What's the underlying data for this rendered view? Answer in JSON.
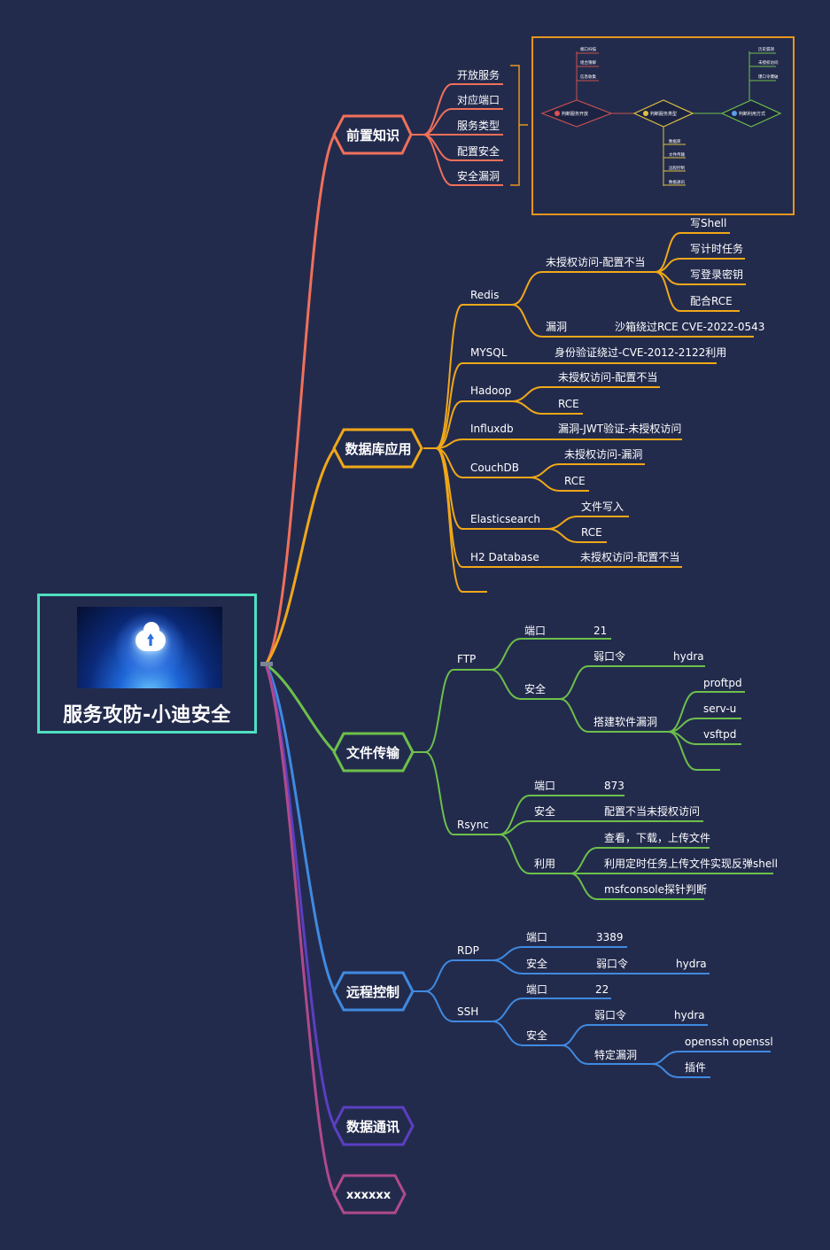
{
  "root": {
    "title": "服务攻防-小迪安全"
  },
  "colors": {
    "background": "#232b4d",
    "root_border": "#4fdfc0",
    "prereq": "#f0705a",
    "database": "#f0a818",
    "file_transfer": "#6cc04a",
    "remote_control": "#3f8ae0",
    "data_comm": "#5b3fc2",
    "xxxxxx": "#b04a8a",
    "ref_box": "#e8961e"
  },
  "branches": {
    "prereq": {
      "label": "前置知识",
      "children": [
        "开放服务",
        "对应端口",
        "服务类型",
        "配置安全",
        "安全漏洞"
      ]
    },
    "database": {
      "label": "数据库应用",
      "redis": {
        "label": "Redis",
        "unauth": "未授权访问-配置不当",
        "unauth_items": [
          "写Shell",
          "写计时任务",
          "写登录密钥",
          "配合RCE"
        ],
        "vuln": "漏洞",
        "vuln_item": "沙箱绕过RCE CVE-2022-0543"
      },
      "mysql": {
        "label": "MYSQL",
        "item": "身份验证绕过-CVE-2012-2122利用"
      },
      "hadoop": {
        "label": "Hadoop",
        "items": [
          "未授权访问-配置不当",
          "RCE"
        ]
      },
      "influxdb": {
        "label": "Influxdb",
        "item": "漏洞-JWT验证-未授权访问"
      },
      "couchdb": {
        "label": "CouchDB",
        "items": [
          "未授权访问-漏洞",
          "RCE"
        ]
      },
      "elasticsearch": {
        "label": "Elasticsearch",
        "items": [
          "文件写入",
          "RCE"
        ]
      },
      "h2": {
        "label": "H2 Database",
        "item": "未授权访问-配置不当"
      }
    },
    "file_transfer": {
      "label": "文件传输",
      "ftp": {
        "label": "FTP",
        "port_label": "端口",
        "port": "21",
        "security_label": "安全",
        "weak_label": "弱口令",
        "weak_tool": "hydra",
        "build_label": "搭建软件漏洞",
        "build_items": [
          "proftpd",
          "serv-u",
          "vsftpd"
        ]
      },
      "rsync": {
        "label": "Rsync",
        "port_label": "端口",
        "port": "873",
        "security_label": "安全",
        "security_item": "配置不当未授权访问",
        "use_label": "利用",
        "use_items": [
          "查看，下载，上传文件",
          "利用定时任务上传文件实现反弹shell",
          "msfconsole探针判断"
        ]
      }
    },
    "remote_control": {
      "label": "远程控制",
      "rdp": {
        "label": "RDP",
        "port_label": "端口",
        "port": "3389",
        "security_label": "安全",
        "weak_label": "弱口令",
        "weak_tool": "hydra"
      },
      "ssh": {
        "label": "SSH",
        "port_label": "端口",
        "port": "22",
        "security_label": "安全",
        "weak_label": "弱口令",
        "weak_tool": "hydra",
        "vuln_label": "特定漏洞",
        "vuln_items": [
          "openssh openssl",
          "插件"
        ]
      }
    },
    "data_comm": {
      "label": "数据通讯"
    },
    "xxxxxx": {
      "label": "xxxxxx"
    }
  },
  "reference": {
    "nodes": [
      "判断服务开放",
      "判断服务类型",
      "判断利用方式"
    ],
    "top_left": [
      "端口扫描",
      "组合猜解",
      "信息收集"
    ],
    "top_right": [
      "历史漏洞",
      "未授权访问",
      "爆口令爆破"
    ],
    "bottom": [
      "数据库",
      "文件传输",
      "远程控制",
      "数据通讯"
    ]
  }
}
